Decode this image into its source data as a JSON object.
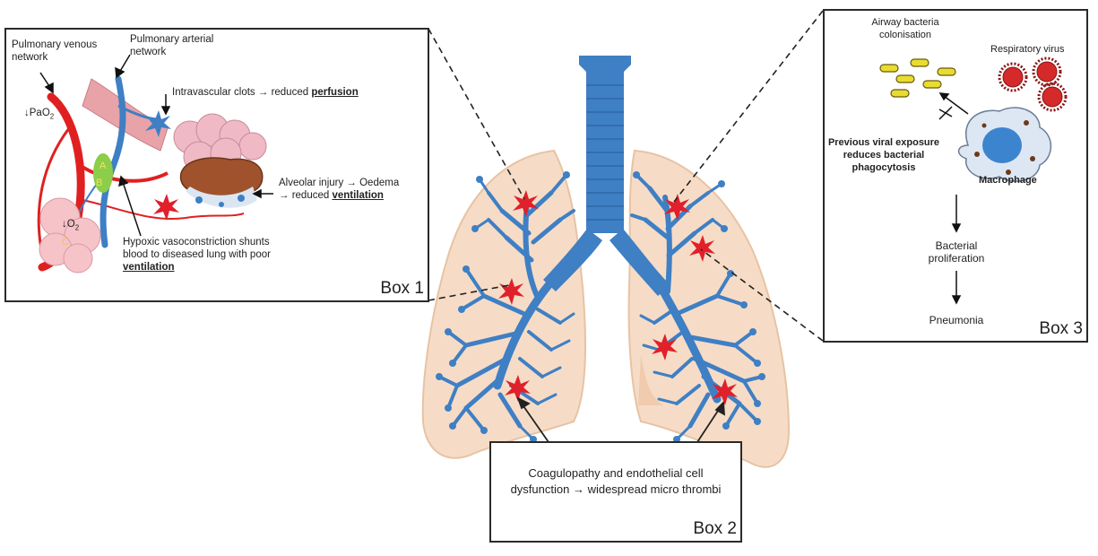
{
  "colors": {
    "airway": "#3f7fc4",
    "airway_dark": "#2e68a8",
    "lung": "#f6dcc6",
    "lung_edge": "#e7c3a4",
    "clot": "#e0202a",
    "artery": "#3f7fc4",
    "vein": "#e02020",
    "alveoli": "#f0b9c6",
    "bacteria": "#e8dc30",
    "virus": "#d42a2a",
    "macrophage": "#3d84cf"
  },
  "box1": {
    "name": "Box 1",
    "venous": "Pulmonary venous network",
    "arterial": "Pulmonary arterial network",
    "pao2_prefix": "↓PaO",
    "pao2_sub": "2",
    "o2_prefix": "↓O",
    "o2_sub": "2",
    "clots_prefix": "Intravascular clots → reduced ",
    "clots_em": "perfusion",
    "alv_line1": "Alveolar injury → Oedema",
    "alv_line2_prefix": "→ reduced ",
    "alv_em": "ventilation",
    "hyp_line1": "Hypoxic vasoconstriction shunts",
    "hyp_line2": "blood to diseased lung with poor",
    "hyp_em": "ventilation",
    "letter_a": "A",
    "letter_b": "B",
    "letter_c": "C"
  },
  "box2": {
    "name": "Box 2",
    "line1": "Coagulopathy and endothelial cell",
    "line2": "dysfunction → widespread micro thrombi"
  },
  "box3": {
    "name": "Box 3",
    "airway_bacteria": "Airway bacteria colonisation",
    "virus": "Respiratory virus",
    "viral_exposure": "Previous viral exposure reduces bacterial phagocytosis",
    "macrophage": "Macrophage",
    "proliferation": "Bacterial proliferation",
    "pneumonia": "Pneumonia"
  }
}
